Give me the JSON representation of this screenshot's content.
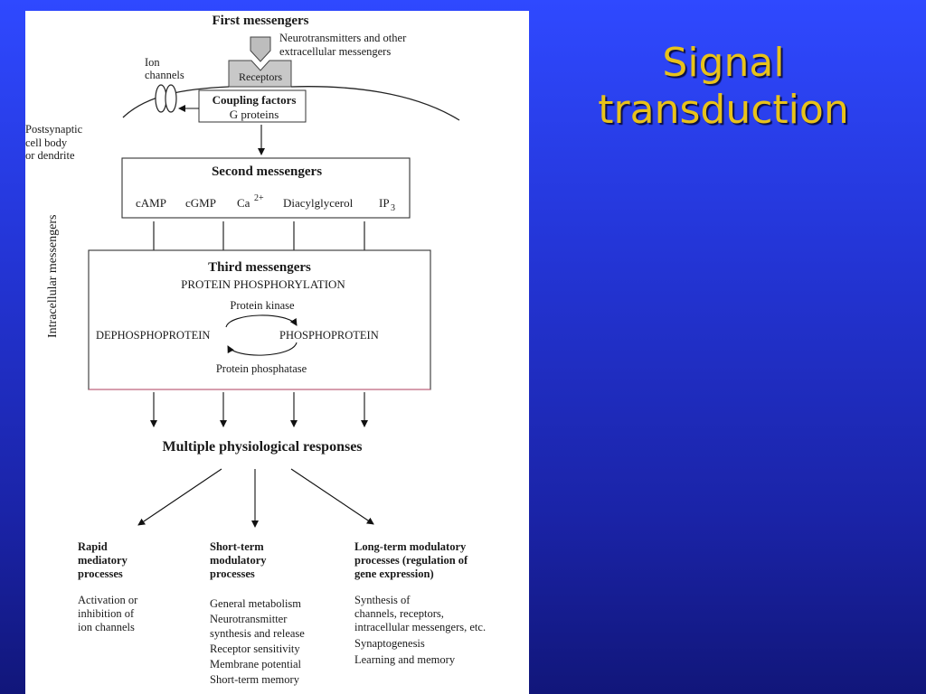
{
  "slide": {
    "title_line1": "Signal",
    "title_line2": "transduction",
    "title_color": "#e8c21a",
    "background_color": "#2436d8"
  },
  "diagram": {
    "first_messengers": "First messengers",
    "neurotransmitters_line1": "Neurotransmitters and other",
    "neurotransmitters_line2": "extracellular messengers",
    "receptors": "Receptors",
    "ion_channels_line1": "Ion",
    "ion_channels_line2": "channels",
    "coupling_factors": "Coupling factors",
    "g_proteins": "G proteins",
    "postsynaptic_line1": "Postsynaptic",
    "postsynaptic_line2": "cell body",
    "postsynaptic_line3": "or dendrite",
    "intracellular_messengers": "Intracellular messengers",
    "second_messengers": {
      "title": "Second messengers",
      "camp": "cAMP",
      "cgmp": "cGMP",
      "ca": "Ca",
      "ca_sup": "2+",
      "diacylglycerol": "Diacylglycerol",
      "ip3": "IP",
      "ip3_sub": "3"
    },
    "third_messengers": {
      "title": "Third messengers",
      "subtitle": "PROTEIN PHOSPHORYLATION",
      "protein_kinase": "Protein kinase",
      "dephosphoprotein": "DEPHOSPHOPROTEIN",
      "phosphoprotein": "PHOSPHOPROTEIN",
      "protein_phosphatase": "Protein phosphatase"
    },
    "multiple_responses": "Multiple physiological responses",
    "rapid": {
      "title_lines": [
        "Rapid",
        "mediatory",
        "processes"
      ],
      "body_lines": [
        "Activation or",
        "inhibition of",
        "ion channels"
      ]
    },
    "short_term": {
      "title_lines": [
        "Short-term",
        "modulatory",
        "processes"
      ],
      "body_lines": [
        "General metabolism",
        "Neurotransmitter",
        "synthesis and release",
        "Receptor sensitivity",
        "Membrane potential",
        "Short-term memory"
      ]
    },
    "long_term": {
      "title_lines": [
        "Long-term modulatory",
        "processes (regulation of",
        "gene expression)"
      ],
      "body_lines": [
        "Synthesis of",
        "channels, receptors,",
        "intracellular messengers, etc.",
        "Synaptogenesis",
        "Learning and memory"
      ]
    }
  }
}
